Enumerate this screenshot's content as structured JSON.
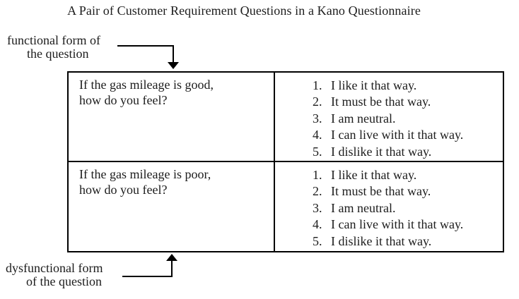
{
  "title": "A Pair of Customer Requirement Questions in a Kano Questionnaire",
  "labels": {
    "functional": {
      "line1": "functional form of",
      "line2": "the question"
    },
    "dysfunctional": {
      "line1": "dysfunctional form",
      "line2": "of the question"
    }
  },
  "table": {
    "rows": [
      {
        "question": {
          "line1": "If the gas mileage is good,",
          "line2": "how do you feel?"
        },
        "options": [
          {
            "num": "1.",
            "text": "I like it that way."
          },
          {
            "num": "2.",
            "text": "It must be that way."
          },
          {
            "num": "3.",
            "text": "I am neutral."
          },
          {
            "num": "4.",
            "text": "I can live with it that way."
          },
          {
            "num": "5.",
            "text": "I dislike it that way."
          }
        ]
      },
      {
        "question": {
          "line1": "If the gas mileage is poor,",
          "line2": "how do you feel?"
        },
        "options": [
          {
            "num": "1.",
            "text": "I like it that way."
          },
          {
            "num": "2.",
            "text": "It must be that way."
          },
          {
            "num": "3.",
            "text": "I am neutral."
          },
          {
            "num": "4.",
            "text": "I can live with it that way."
          },
          {
            "num": "5.",
            "text": "I dislike it that way."
          }
        ]
      }
    ]
  },
  "colors": {
    "text": "#1c1c1c",
    "border": "#000000",
    "background": "#ffffff"
  }
}
